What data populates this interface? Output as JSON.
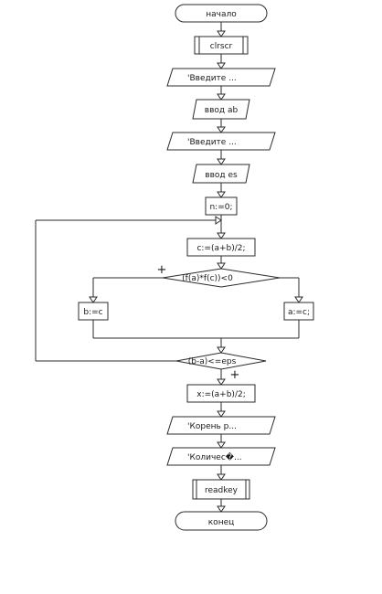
{
  "flowchart": {
    "start": "начало",
    "clrscr": "clrscr",
    "prompt_ab": "'Введите ...",
    "input_ab": "ввод ab",
    "prompt_es": "'Введите ...",
    "input_es": "ввод es",
    "init_n": "n:=0;",
    "compute_c": "c:=(a+b)/2;",
    "condition_sign": "(f(a)*f(c))<0",
    "assign_b": "b:=c",
    "assign_a": "a:=c;",
    "loop_condition": "(b-a)<=eps",
    "compute_x": "x:=(a+b)/2;",
    "output_root": "'Корень р...",
    "output_count": "'Количес�...",
    "readkey": "readkey",
    "end": "конец",
    "plus_sign_1": "+",
    "plus_sign_2": "+"
  }
}
